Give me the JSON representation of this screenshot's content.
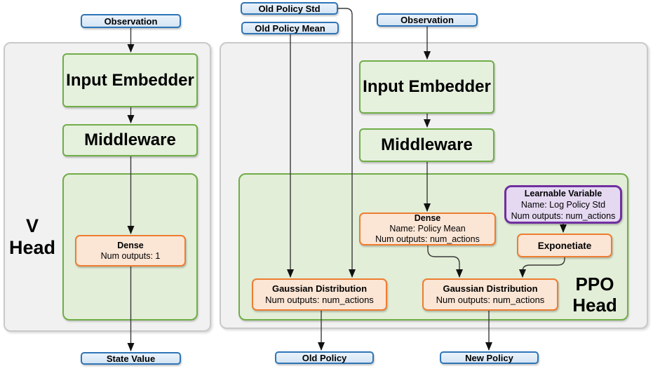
{
  "diagram": {
    "v_head": {
      "observation": "Observation",
      "input_embedder": "Input Embedder",
      "middleware": "Middleware",
      "dense_title": "Dense",
      "dense_outputs": "Num outputs: 1",
      "label_line1": "V",
      "label_line2": "Head",
      "state_value": "State Value"
    },
    "ppo_head": {
      "old_policy_std": "Old Policy Std",
      "old_policy_mean": "Old Policy Mean",
      "observation": "Observation",
      "input_embedder": "Input Embedder",
      "middleware": "Middleware",
      "dense_title": "Dense",
      "dense_name": "Name: Policy Mean",
      "dense_outputs": "Num outputs: num_actions",
      "learnable_title": "Learnable Variable",
      "learnable_name": "Name: Log Policy Std",
      "learnable_outputs": "Num outputs: num_actions",
      "exponetiate": "Exponetiate",
      "gaussian_old_title": "Gaussian Distribution",
      "gaussian_old_outputs": "Num outputs: num_actions",
      "gaussian_new_title": "Gaussian Distribution",
      "gaussian_new_outputs": "Num outputs: num_actions",
      "label_line1": "PPO",
      "label_line2": "Head",
      "old_policy": "Old Policy",
      "new_policy": "New Policy"
    },
    "colors": {
      "green_border": "#70AD47",
      "blue_border": "#2E75B6",
      "orange_border": "#ED7D31",
      "purple_border": "#7030A0",
      "panel_fill": "#F1F1F1"
    }
  }
}
